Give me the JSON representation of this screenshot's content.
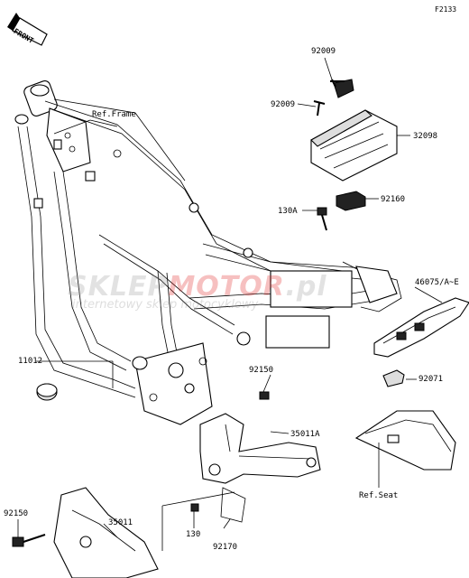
{
  "diagram_code": "F2133",
  "front_label": "FRONT",
  "watermark": {
    "brand_grey": "SKLEP",
    "brand_red": "MOTOR",
    "brand_suffix": ".pl",
    "tagline": "internetowy sklep motocyklowy",
    "red": "#e02020",
    "grey": "#9a9a9a"
  },
  "labels": {
    "ref_frame": "Ref.Frame",
    "p92009_top": "92009",
    "p92009_mid": "92009",
    "p32098": "32098",
    "p92160": "92160",
    "p130A": "130A",
    "p46075": "46075/A~E",
    "p11012": "11012",
    "p92150_mid": "92150",
    "p92071": "92071",
    "p35011A": "35011A",
    "ref_seat": "Ref.Seat",
    "p92150_low": "92150",
    "p35011": "35011",
    "p130": "130",
    "p92170": "92170"
  }
}
